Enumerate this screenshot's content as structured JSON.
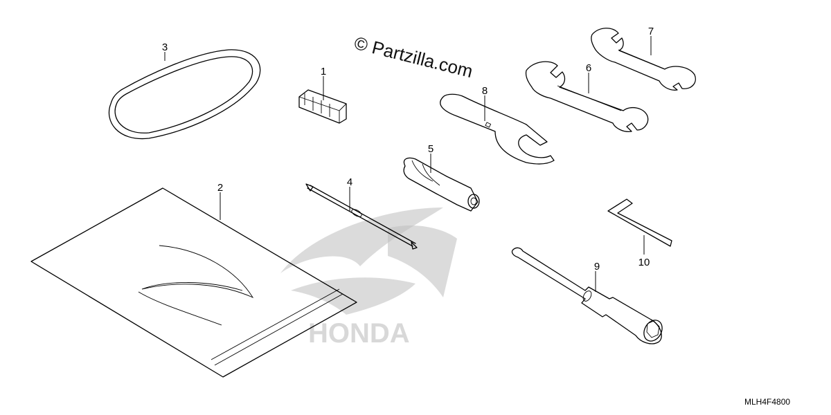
{
  "watermark": "© Partzilla.com",
  "diagram_code": "MLH4F4800",
  "brand_mark_text": "HONDA",
  "callouts": [
    {
      "id": "c1",
      "label": "1"
    },
    {
      "id": "c2",
      "label": "2"
    },
    {
      "id": "c3",
      "label": "3"
    },
    {
      "id": "c4",
      "label": "4"
    },
    {
      "id": "c5",
      "label": "5"
    },
    {
      "id": "c6",
      "label": "6"
    },
    {
      "id": "c7",
      "label": "7"
    },
    {
      "id": "c8",
      "label": "8"
    },
    {
      "id": "c9",
      "label": "9"
    },
    {
      "id": "c10",
      "label": "10"
    }
  ]
}
